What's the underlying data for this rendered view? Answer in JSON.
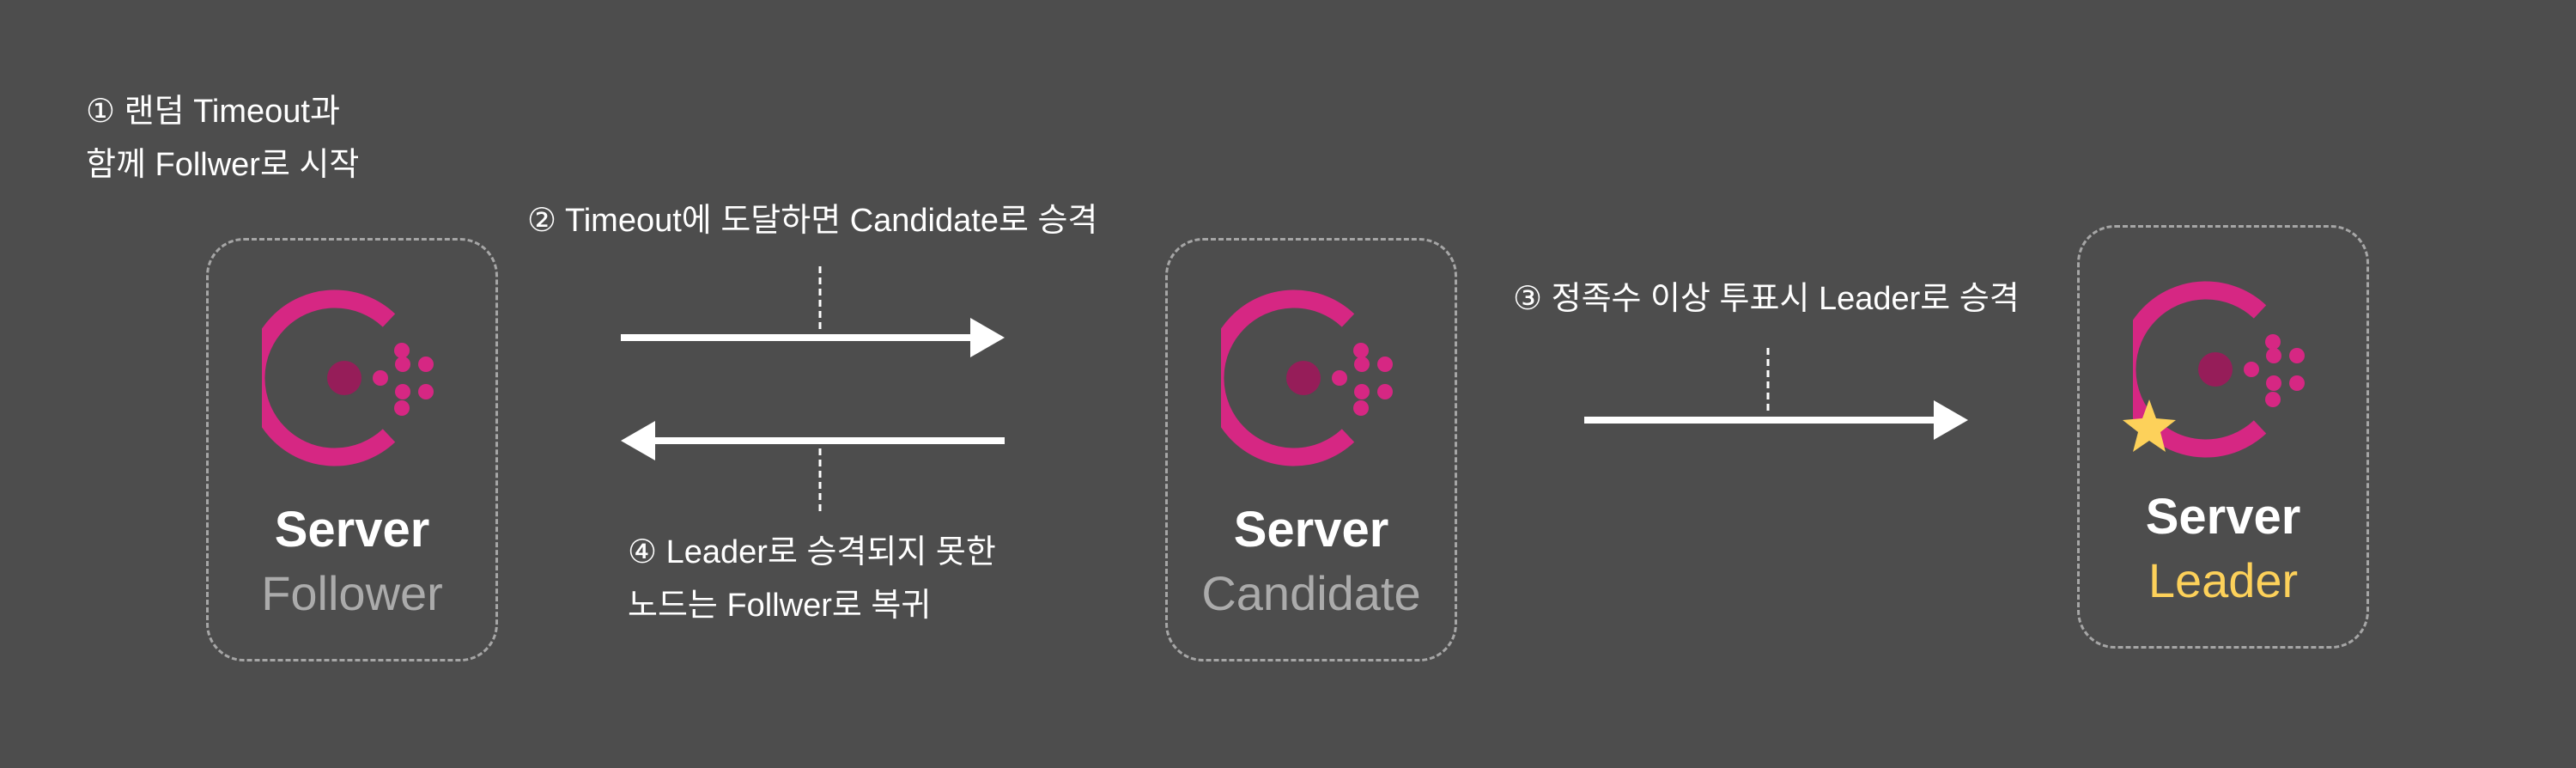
{
  "colors": {
    "background": "#4d4d4d",
    "brand_magenta": "#d62783",
    "brand_core": "#961d59",
    "box_border": "#a6a6a6",
    "arrow": "#ffffff",
    "leader_gold": "#fdd15a",
    "subtitle_gray": "#ababab"
  },
  "captions": {
    "step1": {
      "line1": "① 랜덤 Timeout과",
      "line2": "함께 Follwer로 시작"
    },
    "step2": {
      "line1": "② Timeout에 도달하면 Candidate로 승격"
    },
    "step3": {
      "line1": "③ 정족수 이상 투표시 Leader로 승격"
    },
    "step4": {
      "line1": "④ Leader로 승격되지 못한",
      "line2": "노드는 Follwer로 복귀"
    }
  },
  "nodes": [
    {
      "title": "Server",
      "role": "Follower",
      "icon": "consul-logo-icon",
      "badge": null
    },
    {
      "title": "Server",
      "role": "Candidate",
      "icon": "consul-logo-icon",
      "badge": null
    },
    {
      "title": "Server",
      "role": "Leader",
      "icon": "consul-logo-icon",
      "badge": "star-icon"
    }
  ],
  "arrows": [
    {
      "from": "Follower",
      "to": "Candidate",
      "direction": "right",
      "label": "step2"
    },
    {
      "from": "Candidate",
      "to": "Follower",
      "direction": "left",
      "label": "step4"
    },
    {
      "from": "Candidate",
      "to": "Leader",
      "direction": "right",
      "label": "step3"
    }
  ]
}
